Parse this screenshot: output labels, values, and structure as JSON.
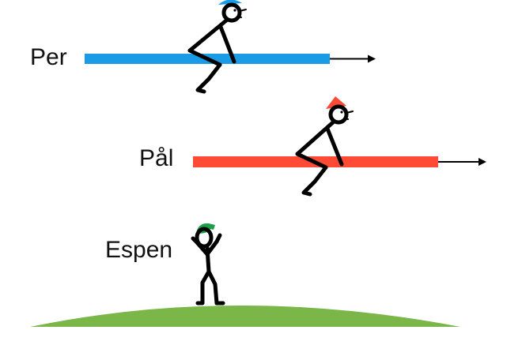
{
  "characters": {
    "per": {
      "name": "Per",
      "color": "#1a9be6",
      "cap_color": "#1a9be6"
    },
    "pal": {
      "name": "Pål",
      "color": "#ff4a36",
      "cap_color": "#ff4a36"
    },
    "espen": {
      "name": "Espen",
      "cap_color": "#1f9e4a"
    }
  },
  "ground": {
    "color": "#7ab648"
  },
  "icons": {
    "motion": "arrow-right-icon"
  }
}
